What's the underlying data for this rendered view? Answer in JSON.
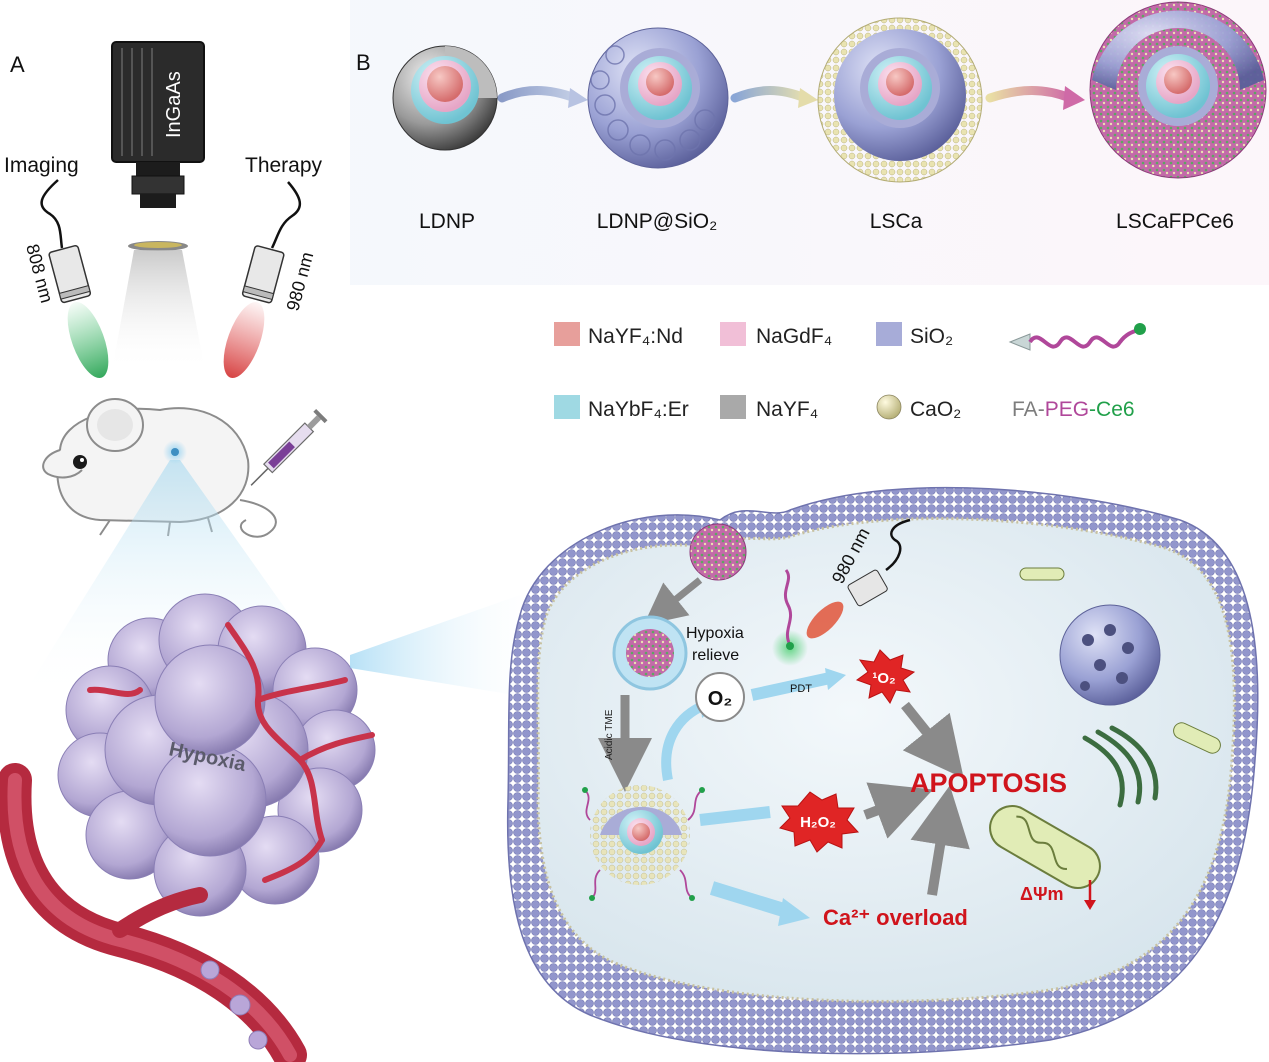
{
  "panels": {
    "a": "A",
    "b": "B"
  },
  "panel_a": {
    "camera_label": "InGaAs",
    "imaging_label": "Imaging",
    "therapy_label": "Therapy",
    "laser_808": "808 nm",
    "laser_980": "980 nm",
    "tumor_label": "Hypoxia"
  },
  "nanoparticles": [
    {
      "label": "LDNP"
    },
    {
      "label": "LDNP@SiO₂"
    },
    {
      "label": "LSCa"
    },
    {
      "label": "LSCaFPCe6"
    }
  ],
  "legend": {
    "items": [
      {
        "label": "NaYF₄:Nd",
        "color": "#e79f9b"
      },
      {
        "label": "NaGdF₄",
        "color": "#f1bfd7"
      },
      {
        "label": "SiO₂",
        "color": "#a7acd8"
      },
      {
        "label": "NaYbF₄:Er",
        "color": "#9fd9e3"
      },
      {
        "label": "NaYF₄",
        "color": "#a9a9a9"
      },
      {
        "label": "CaO₂",
        "color": "#e3dfa7"
      }
    ],
    "chain": {
      "fa": "FA",
      "sep1": "-",
      "peg": "PEG",
      "sep2": "-",
      "ce6": "Ce6"
    }
  },
  "cell": {
    "laser_980": "980 nm",
    "hypoxia_relieve_1": "Hypoxia",
    "hypoxia_relieve_2": "relieve",
    "o2": "O₂",
    "pdt": "PDT",
    "singlet_oxygen": "¹O₂",
    "acidic_tme": "Acidic TME",
    "h2o2": "H₂O₂",
    "apoptosis": "APOPTOSIS",
    "ca_overload": "Ca²⁺ overload",
    "delta_psi": "ΔΨm"
  },
  "colors": {
    "accent_red": "#d0141c",
    "membrane": "#8d90c4",
    "tumor": "#b7acd6",
    "vessel": "#c8334a",
    "arrow_blue": "#9fd6ef",
    "arrow_gray": "#8a8a8a",
    "fa_gray": "#7d7d7d",
    "peg_purple": "#b0479a",
    "ce6_green": "#21a04a"
  }
}
